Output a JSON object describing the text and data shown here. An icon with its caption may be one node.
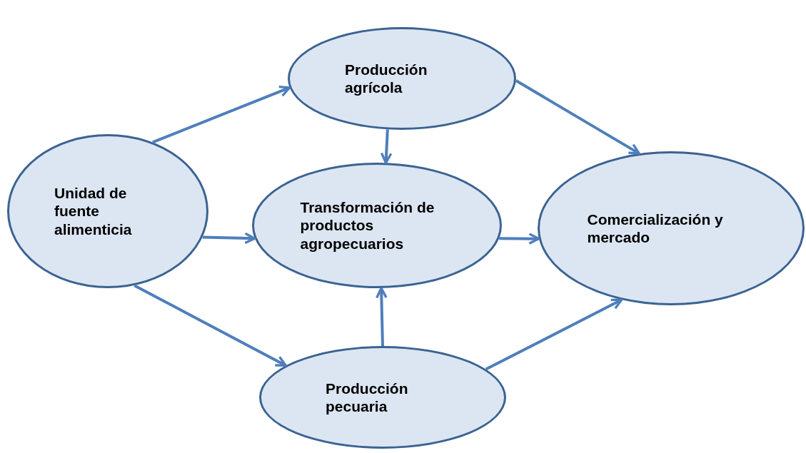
{
  "diagram": {
    "nodes": [
      {
        "text": [
          "Producción agrícola"
        ]
      },
      {
        "text": [
          "Unidad de fuente alimenticia"
        ]
      },
      {
        "text": [
          "Transformación de productos agropecuarios"
        ]
      },
      {
        "text": [
          "Comercialización y mercado"
        ]
      },
      {
        "text": [
          "Producción pecuaria"
        ]
      }
    ],
    "edges": [
      {
        "from": 1,
        "to": 0,
        "arrow": "to"
      },
      {
        "from": 0,
        "to": 2,
        "arrow": "to"
      },
      {
        "from": 1,
        "to": 2,
        "arrow": "to"
      },
      {
        "from": 2,
        "to": 3,
        "arrow": "to"
      },
      {
        "from": 0,
        "to": 3,
        "arrow": "to"
      },
      {
        "from": 1,
        "to": 4,
        "arrow": "to"
      },
      {
        "from": 4,
        "to": 2,
        "arrow": "to"
      },
      {
        "from": 4,
        "to": 3,
        "arrow": "to"
      }
    ]
  }
}
